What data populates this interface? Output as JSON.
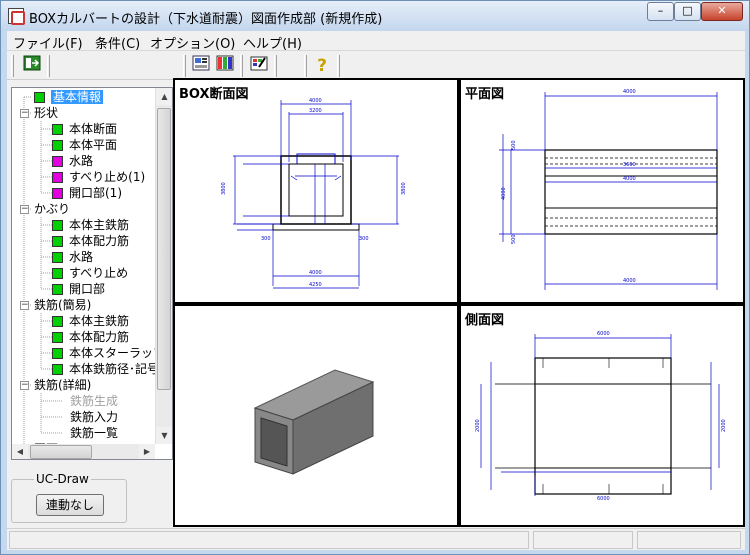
{
  "window": {
    "title": "BOXカルバートの設計（下水道耐震）図面作成部 (新規作成)",
    "minimize": "–",
    "maximize": "□",
    "close": "✕"
  },
  "menu": [
    "ファイル(F)",
    "条件(C)",
    "オプション(O)",
    "ヘルプ(H)"
  ],
  "toolbar": {
    "icons": [
      "exit-icon",
      "layout-icon",
      "table-icon",
      "settings-icon",
      "help-icon"
    ],
    "help_glyph": "?"
  },
  "tree": {
    "root_label": "基本情報",
    "groups": [
      {
        "label": "形状",
        "children": [
          {
            "label": "本体断面",
            "mark": "green"
          },
          {
            "label": "本体平面",
            "mark": "green"
          },
          {
            "label": "水路",
            "mark": "magenta"
          },
          {
            "label": "すべり止め(1)",
            "mark": "magenta"
          },
          {
            "label": "開口部(1)",
            "mark": "magenta"
          }
        ]
      },
      {
        "label": "かぶり",
        "children": [
          {
            "label": "本体主鉄筋",
            "mark": "green"
          },
          {
            "label": "本体配力筋",
            "mark": "green"
          },
          {
            "label": "水路",
            "mark": "green"
          },
          {
            "label": "すべり止め",
            "mark": "green"
          },
          {
            "label": "開口部",
            "mark": "green"
          }
        ]
      },
      {
        "label": "鉄筋(簡易)",
        "children": [
          {
            "label": "本体主鉄筋",
            "mark": "green"
          },
          {
            "label": "本体配力筋",
            "mark": "green"
          },
          {
            "label": "本体スターラップ",
            "mark": "green"
          },
          {
            "label": "本体鉄筋径･記号",
            "mark": "green"
          }
        ]
      },
      {
        "label": "鉄筋(詳細)",
        "children": [
          {
            "label": "鉄筋生成",
            "mark": "none",
            "disabled": true
          },
          {
            "label": "鉄筋入力",
            "mark": "none"
          },
          {
            "label": "鉄筋一覧",
            "mark": "none"
          }
        ]
      },
      {
        "label": "図面",
        "children": []
      }
    ]
  },
  "uc_draw": {
    "legend": "UC-Draw",
    "button": "連動なし"
  },
  "panes": {
    "section_title": "BOX断面図",
    "plan_title": "平面図",
    "side_title": "側面図"
  },
  "colors": {
    "dimension": "#0000cc",
    "box_fill": "#7a7a7a",
    "tree_green": "#00d000",
    "tree_magenta": "#e000e0",
    "selection": "#3399ff"
  }
}
